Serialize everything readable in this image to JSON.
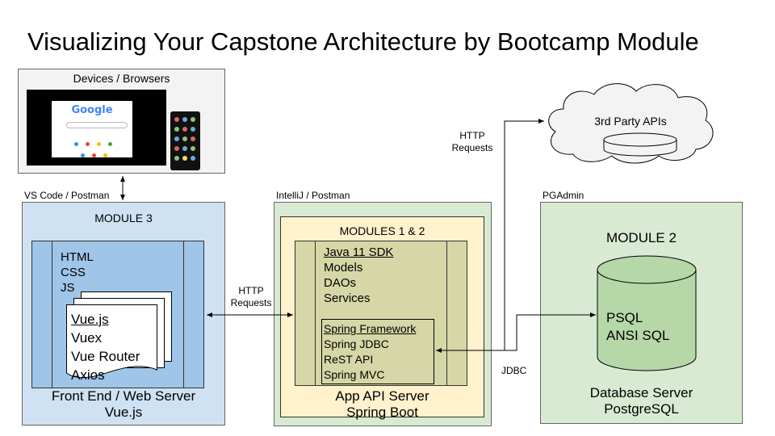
{
  "title": "Visualizing Your Capstone Architecture by Bootcamp Module",
  "devices": {
    "title": "Devices / Browsers",
    "google_logo": "Google"
  },
  "module3": {
    "tool_label": "VS Code / Postman",
    "heading": "MODULE 3",
    "web_items": [
      "HTML",
      "CSS",
      "JS"
    ],
    "vue_items": [
      "Vue.js",
      "Vuex",
      "Vue Router",
      "Axios"
    ],
    "footer_line1": "Front End / Web Server",
    "footer_line2": "Vue.js"
  },
  "modules12": {
    "tool_label": "IntelliJ / Postman",
    "heading": "MODULES 1 & 2",
    "java_items": [
      "Java 11 SDK",
      "Models",
      "DAOs",
      "Services"
    ],
    "spring_items": [
      "Spring Framework",
      "Spring JDBC",
      "ReST API",
      "Spring MVC"
    ],
    "footer_line1": "App API Server",
    "footer_line2": "Spring Boot"
  },
  "module2": {
    "tool_label": "PGAdmin",
    "heading": "MODULE 2",
    "db_items": [
      "PSQL",
      "ANSI SQL"
    ],
    "footer_line1": "Database Server",
    "footer_line2": "PostgreSQL"
  },
  "third_party": {
    "label": "3rd Party APIs"
  },
  "connections": {
    "frontend_to_api_line1": "HTTP",
    "frontend_to_api_line2": "Requests",
    "api_to_third_party_line1": "HTTP",
    "api_to_third_party_line2": "Requests",
    "api_to_db": "JDBC"
  },
  "colors": {
    "module3_bg": "#cfe2f3",
    "module3_inner": "#9fc5e8",
    "green_bg": "#d9ead3",
    "yellow_bg": "#fff2cc",
    "olive_inner": "#d6d7a6",
    "db_cylinder": "#b6d7a8"
  }
}
